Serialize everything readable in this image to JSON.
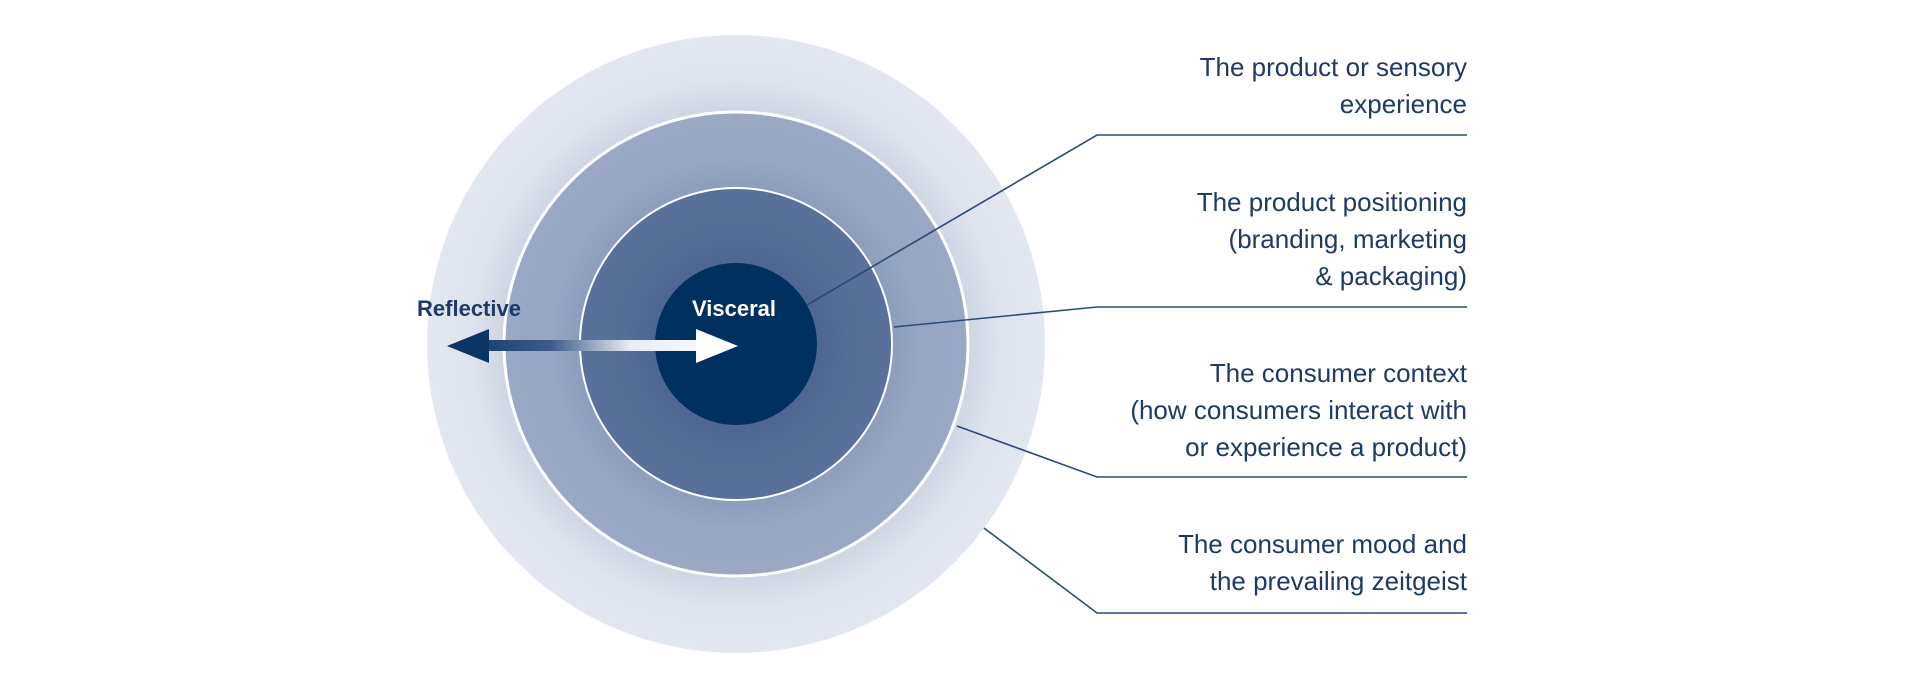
{
  "diagram": {
    "center_label": "Visceral",
    "outer_label": "Reflective",
    "callouts": [
      {
        "lines": [
          "The product or sensory",
          "experience"
        ]
      },
      {
        "lines": [
          "The product positioning",
          "(branding, marketing",
          "& packaging)"
        ]
      },
      {
        "lines": [
          "The consumer context",
          "(how consumers interact with",
          "or experience a product)"
        ]
      },
      {
        "lines": [
          "The consumer mood and",
          "the prevailing zeitgeist"
        ]
      }
    ]
  },
  "colors": {
    "outer_ring": "#dfe3ee",
    "third_ring": "#97a6c4",
    "second_ring": "#566f98",
    "core": "#00305f",
    "text_dark": "#1e3a66",
    "leader_line": "#2a4a7a"
  }
}
